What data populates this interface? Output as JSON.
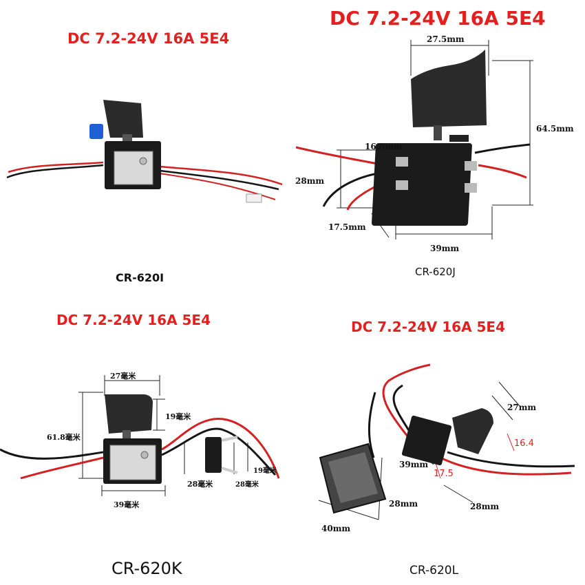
{
  "panels": [
    {
      "spec": "DC 7.2-24V 16A 5E4",
      "model": "CR-620I",
      "dims": []
    },
    {
      "spec": "DC 7.2-24V 16A 5E4",
      "model": "CR-620J",
      "dims": [
        "27.5mm",
        "64.5mm",
        "16.6mm",
        "28mm",
        "17.5mm",
        "39mm"
      ]
    },
    {
      "spec": "DC 7.2-24V 16A 5E4",
      "model": "CR-620K",
      "dims": [
        "27毫米",
        "19毫米",
        "61.8毫米",
        "19毫米",
        "28毫米",
        "28毫米",
        "39毫米"
      ]
    },
    {
      "spec": "DC 7.2-24V 16A 5E4",
      "model": "CR-620L",
      "dims": [
        "27mm",
        "16.4",
        "39mm",
        "17.5",
        "28mm",
        "28mm",
        "40mm"
      ]
    }
  ],
  "colors": {
    "spec_text": "#e41f1f",
    "switch_body": "#1b1b1b",
    "trigger": "#2b2b2b",
    "wire_red": "#d42020",
    "wire_black": "#151515",
    "metal_plate": "#d9d9d9",
    "reverse_lever": "#1f5fd6"
  }
}
